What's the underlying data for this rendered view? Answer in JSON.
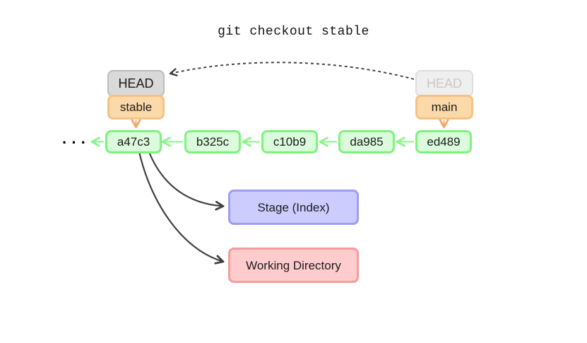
{
  "title": "git checkout stable",
  "ellipsis": "···",
  "head_current": {
    "label": "HEAD",
    "branch": "stable"
  },
  "head_previous": {
    "label": "HEAD",
    "branch": "main"
  },
  "commits": [
    {
      "id": "a47c3"
    },
    {
      "id": "b325c"
    },
    {
      "id": "c10b9"
    },
    {
      "id": "da985"
    },
    {
      "id": "ed489"
    }
  ],
  "areas": {
    "stage": "Stage (Index)",
    "working_directory": "Working Directory"
  },
  "colors": {
    "commit_fill": "#dcfbdc",
    "commit_border": "#7ef27e",
    "commit_arrow": "#8df38d",
    "branch_fill": "#fcd9a9",
    "branch_border": "#f8c183",
    "branch_arrow": "#f2a968",
    "head_active_fill": "#d9d9d9",
    "head_active_border": "#bdbdbd",
    "head_inactive_fill": "#efefef",
    "head_inactive_border": "#dddddd",
    "head_inactive_text": "#c8c8c8",
    "stage_fill": "#ccccfe",
    "stage_border": "#9e9eef",
    "workdir_fill": "#fecccc",
    "workdir_border": "#f39c9c",
    "dark_arrow": "#3f3f3f"
  }
}
